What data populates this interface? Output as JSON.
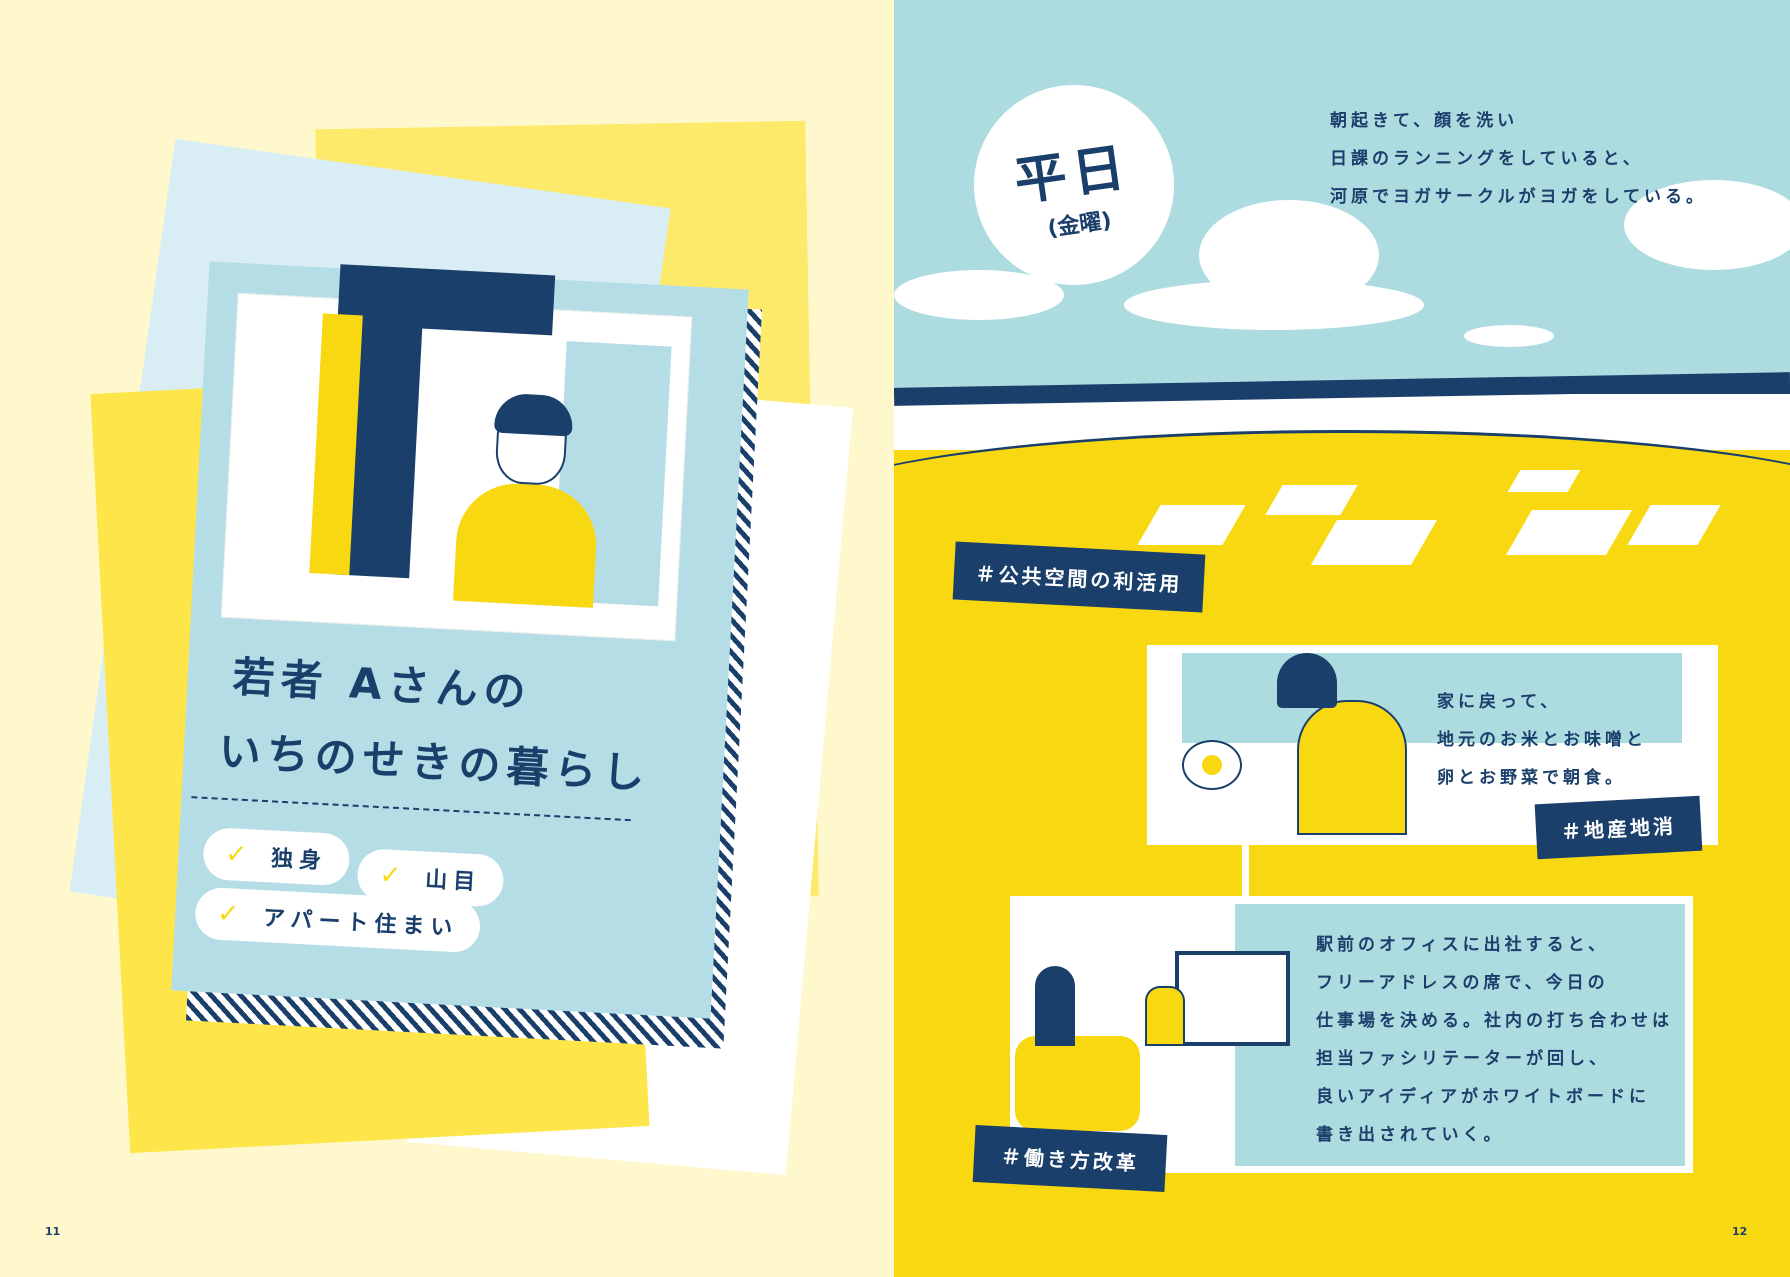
{
  "left_page": {
    "page_number": "11",
    "title_line1": "若者 Aさんの",
    "title_line2": "いちのせきの暮らし",
    "tags": [
      {
        "icon": "check-icon",
        "label": "独身"
      },
      {
        "icon": "check-icon",
        "label": "山目"
      },
      {
        "icon": "check-icon",
        "label": "アパート住まい"
      }
    ],
    "check_mark": "✓"
  },
  "right_page": {
    "page_number": "12",
    "badge": {
      "main": "平日",
      "sub": "(金曜)"
    },
    "morning_text": [
      "朝起きて、顔を洗い",
      "日課のランニングをしていると、",
      "河原でヨガサークルがヨガをしている。"
    ],
    "tag_public_space": "＃公共空間の利活用",
    "breakfast_text": [
      "家に戻って、",
      "地元のお米とお味噌と",
      "卵とお野菜で朝食。"
    ],
    "tag_local": "＃地産地消",
    "office_text": [
      "駅前のオフィスに出社すると、",
      "フリーアドレスの席で、今日の",
      "仕事場を決める。社内の打ち合わせは",
      "担当ファシリテーターが回し、",
      "良いアイディアがホワイトボードに",
      "書き出されていく。"
    ],
    "tag_work": "＃働き方改革"
  },
  "colors": {
    "navy": "#1a3f6b",
    "yellow": "#f8d911",
    "sky": "#acdbe0",
    "light_blue": "#b5dde6",
    "cream": "#fff8cc"
  }
}
